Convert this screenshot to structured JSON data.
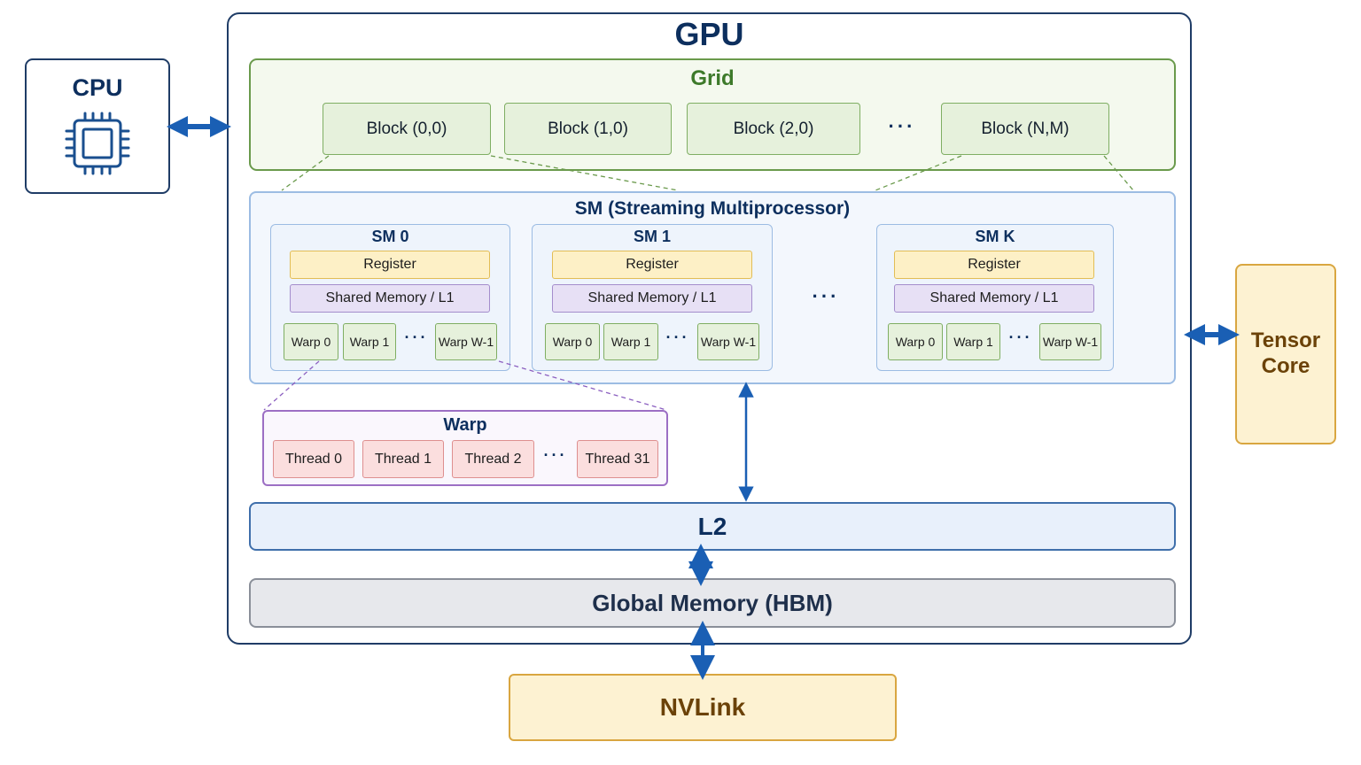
{
  "cpu": {
    "title": "CPU",
    "icon": "cpu-chip-icon"
  },
  "gpu": {
    "title": "GPU"
  },
  "grid": {
    "title": "Grid",
    "blocks": [
      "Block (0,0)",
      "Block (1,0)",
      "Block (2,0)",
      "Block (N,M)"
    ],
    "ellipsis": "···"
  },
  "sm_section": {
    "title": "SM (Streaming Multiprocessor)",
    "ellipsis": "···",
    "sms": [
      {
        "title": "SM 0",
        "register": "Register",
        "shared": "Shared Memory / L1",
        "warps": [
          "Warp 0",
          "Warp 1",
          "Warp W-1"
        ],
        "ellipsis": "···"
      },
      {
        "title": "SM 1",
        "register": "Register",
        "shared": "Shared Memory / L1",
        "warps": [
          "Warp 0",
          "Warp 1",
          "Warp W-1"
        ],
        "ellipsis": "···"
      },
      {
        "title": "SM K",
        "register": "Register",
        "shared": "Shared Memory / L1",
        "warps": [
          "Warp 0",
          "Warp 1",
          "Warp W-1"
        ],
        "ellipsis": "···"
      }
    ]
  },
  "warp_detail": {
    "title": "Warp",
    "threads": [
      "Thread 0",
      "Thread 1",
      "Thread 2",
      "Thread 31"
    ],
    "ellipsis": "···"
  },
  "l2": {
    "label": "L2"
  },
  "global_memory": {
    "label": "Global Memory (HBM)"
  },
  "nvlink": {
    "label": "NVLink"
  },
  "tensor_core": {
    "line1": "Tensor",
    "line2": "Core"
  },
  "colors": {
    "arrow": "#1a5fb4",
    "grid_border": "#6a9a4c",
    "register_fill": "#fdf0c6",
    "shared_fill": "#e7e0f5",
    "thread_fill": "#fbdede",
    "nvlink_fill": "#fdf2d2"
  }
}
